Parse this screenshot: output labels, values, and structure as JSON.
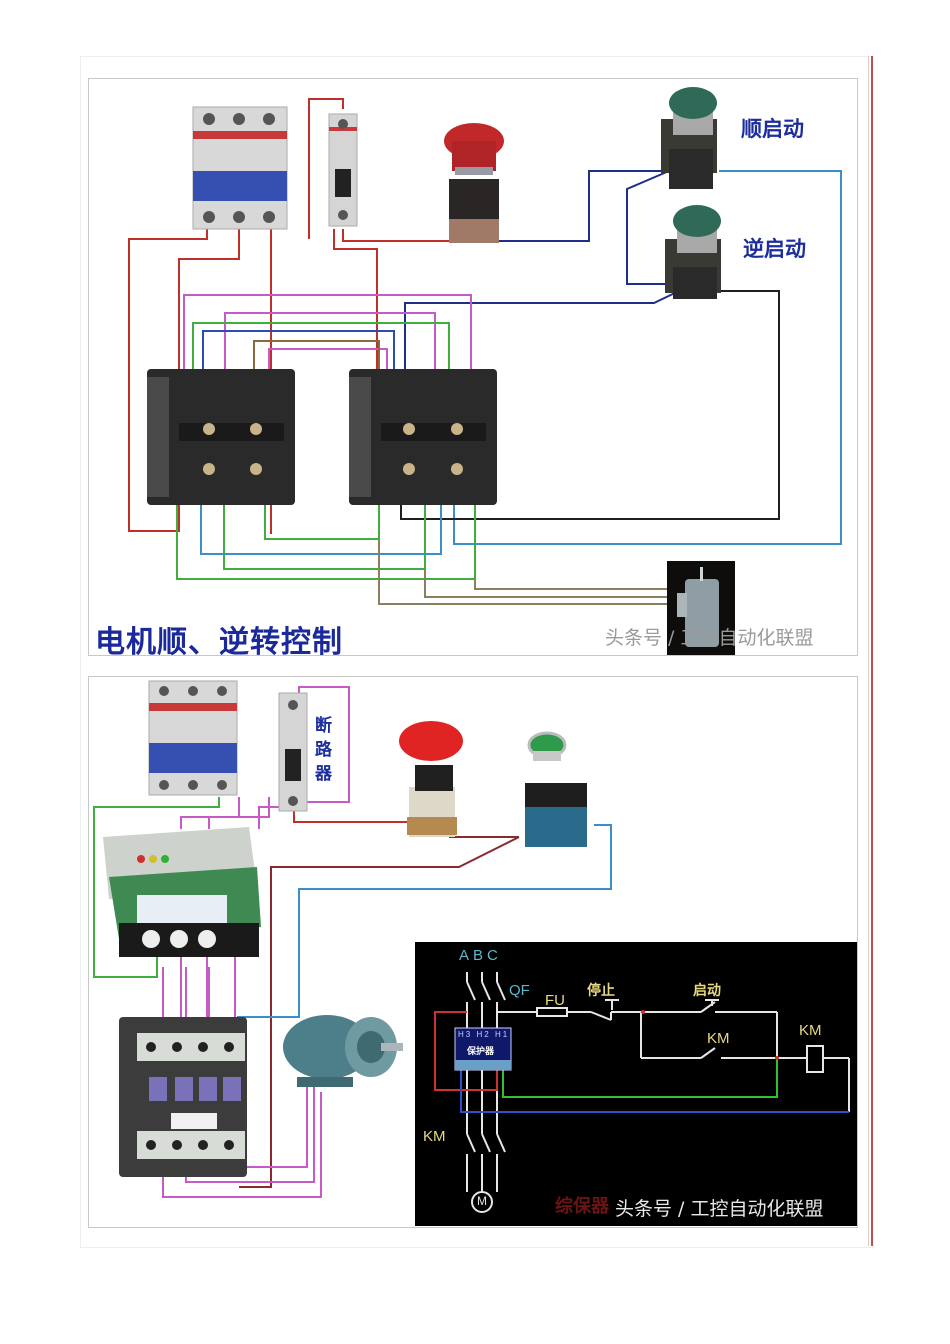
{
  "diagram1": {
    "title": "电机顺、逆转控制",
    "forward_start_label": "顺启动",
    "reverse_start_label": "逆启动",
    "watermark": "头条号 / 工控自动化联盟",
    "colors": {
      "label": "#1c2d9c",
      "red_wire": "#c0302a",
      "pink_wire": "#c85ac8",
      "green_wire": "#3fae3f",
      "blue_wire": "#2c4cb4",
      "lightblue_wire": "#3a8fc8",
      "dark_wire": "#202020"
    }
  },
  "diagram2": {
    "breaker_label": [
      "断",
      "路",
      "器"
    ],
    "watermark": "头条号 / 工控自动化联盟",
    "schematic": {
      "phase_labels": [
        "A",
        "B",
        "C"
      ],
      "qf_label": "QF",
      "fu_label": "FU",
      "stop_label": "停止",
      "start_label": "启动",
      "km_contact_label": "KM",
      "km_coil_label": "KM",
      "km_main_label": "KM",
      "protector_terminals": [
        "H3",
        "H2",
        "H1"
      ],
      "protector_label": "保护器",
      "motor_label": "M",
      "watermark": "头条号 / 工控自动化联盟",
      "faint_red_caption": "综保器"
    }
  }
}
